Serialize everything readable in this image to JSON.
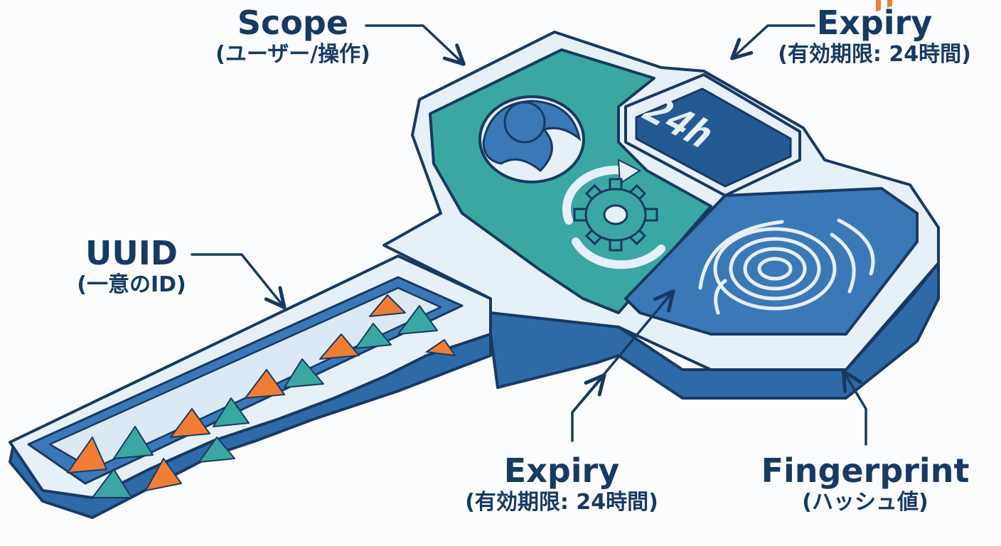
{
  "labels": {
    "scope": {
      "title": "Scope",
      "sub": "(ユーザー/操作)"
    },
    "expiry_top": {
      "title": "Expiry",
      "sub": "(有効期限: 24時間)"
    },
    "uuid": {
      "title": "UUID",
      "sub": "(一意のID)"
    },
    "expiry_bottom": {
      "title": "Expiry",
      "sub": "(有効期限: 24時間)"
    },
    "fingerprint": {
      "title": "Fingerprint",
      "sub": "(ハッシュ値)"
    }
  },
  "key": {
    "expiry_display": "24h"
  },
  "colors": {
    "outline": "#173a63",
    "key_blue": "#3b78b8",
    "key_light": "#e6f0f8",
    "teal": "#3aa7a3",
    "dark_blue": "#245a93",
    "accent_orange": "#ef7d33"
  },
  "icons": [
    "user-icon",
    "gear-refresh-icon",
    "fingerprint-icon",
    "digital-display-icon"
  ]
}
